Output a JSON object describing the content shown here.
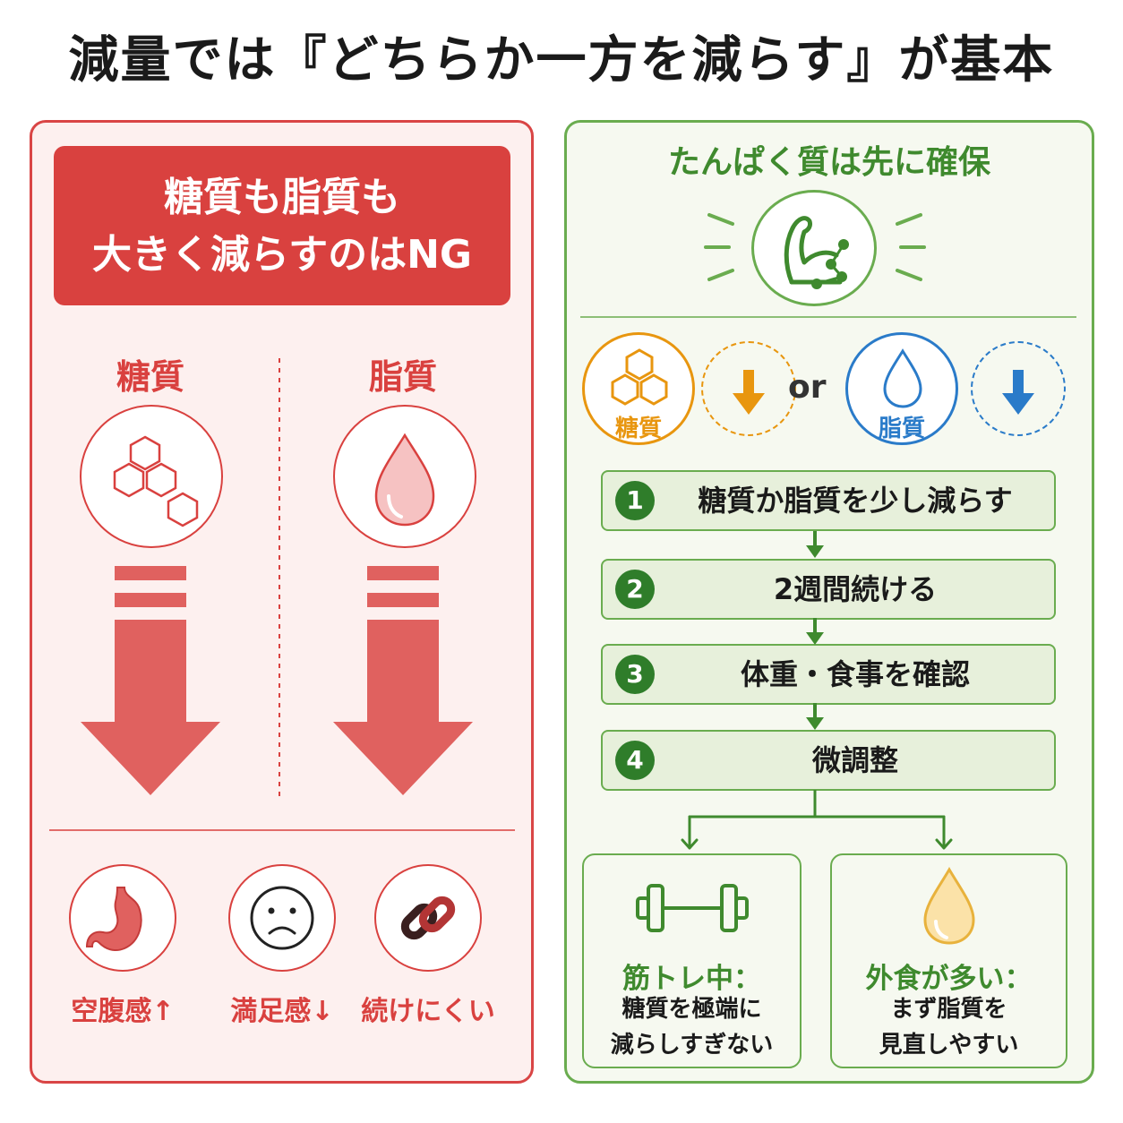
{
  "title": "減量では『どちらか一方を減らす』が基本",
  "left_panel": {
    "banner_line1": "糖質も脂質も",
    "banner_line2": "大きく減らすのはNG",
    "col_carb": "糖質",
    "col_fat": "脂質",
    "effects": [
      {
        "label": "空腹感↑",
        "icon": "stomach-icon"
      },
      {
        "label": "満足感↓",
        "icon": "sad-face-icon"
      },
      {
        "label": "続けにくい",
        "icon": "chain-link-icon"
      }
    ]
  },
  "right_panel": {
    "title": "たんぱく質は先に確保",
    "choice_carb": "糖質",
    "choice_or": "or",
    "choice_fat": "脂質",
    "steps": [
      {
        "num": "1",
        "text": "糖質か脂質を少し減らす"
      },
      {
        "num": "2",
        "text": "2週間続ける"
      },
      {
        "num": "3",
        "text": "体重・食事を確認"
      },
      {
        "num": "4",
        "text": "微調整"
      }
    ],
    "cards": [
      {
        "head": "筋トレ中：",
        "line1": "糖質を極端に",
        "line2": "減らしすぎない",
        "icon": "dumbbell-icon"
      },
      {
        "head": "外食が多い：",
        "line1": "まず脂質を",
        "line2": "見直しやすい",
        "icon": "oil-drop-icon"
      }
    ]
  },
  "colors": {
    "red": "#d9413f",
    "green": "#3f8a2e",
    "orange": "#e8960f",
    "blue": "#2a7bc9"
  }
}
